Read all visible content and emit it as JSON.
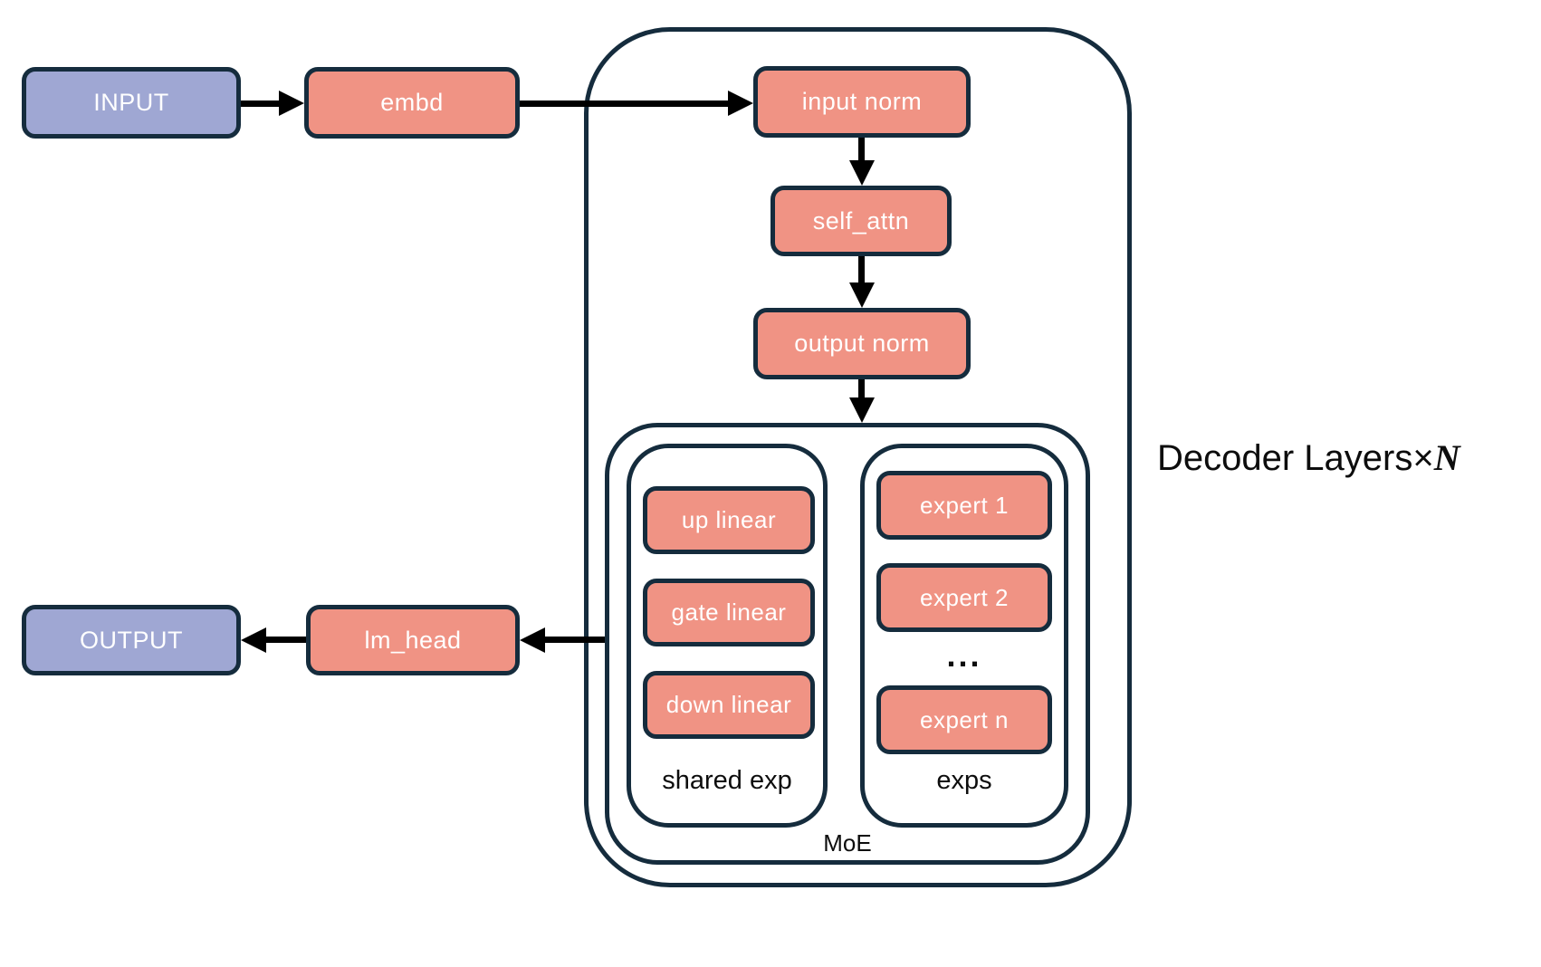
{
  "colors": {
    "background": "#ffffff",
    "box_border": "#152c3d",
    "salmon": "#f09384",
    "purple": "#9fa7d3",
    "arrow": "#000000",
    "text_light": "#ffffff",
    "text_dark": "#0d0d0d"
  },
  "diagram": {
    "input_label": "INPUT",
    "embd_label": "embd",
    "input_norm_label": "input norm",
    "self_attn_label": "self_attn",
    "output_norm_label": "output norm",
    "moe": {
      "label": "MoE",
      "shared_group_label": "shared exp",
      "shared_items": [
        "up linear",
        "gate linear",
        "down linear"
      ],
      "experts_group_label": "exps",
      "expert_items": [
        "expert 1",
        "expert 2",
        "expert n"
      ],
      "ellipsis": "..."
    },
    "decoder_caption": {
      "prefix": "Decoder Layers",
      "times_symbol": "×",
      "n_symbol": "N"
    },
    "lm_head_label": "lm_head",
    "output_label": "OUTPUT"
  }
}
